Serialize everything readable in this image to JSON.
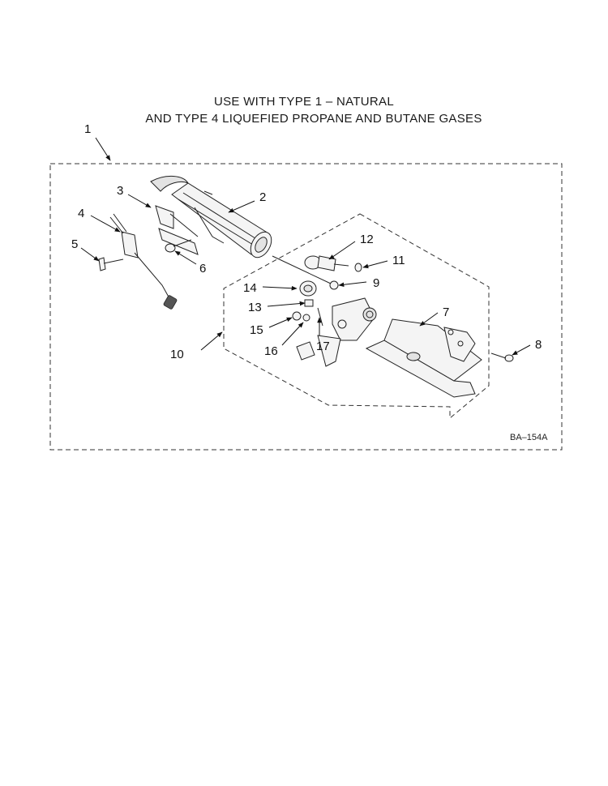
{
  "header": {
    "line1": "USE WITH TYPE 1 –  NATURAL",
    "line2": "AND TYPE 4     LIQUEFIED PROPANE AND BUTANE GASES"
  },
  "diagram": {
    "code": "BA–154A",
    "callouts": [
      "1",
      "2",
      "3",
      "4",
      "5",
      "6",
      "7",
      "8",
      "9",
      "10",
      "11",
      "12",
      "13",
      "14",
      "15",
      "16",
      "17"
    ]
  }
}
